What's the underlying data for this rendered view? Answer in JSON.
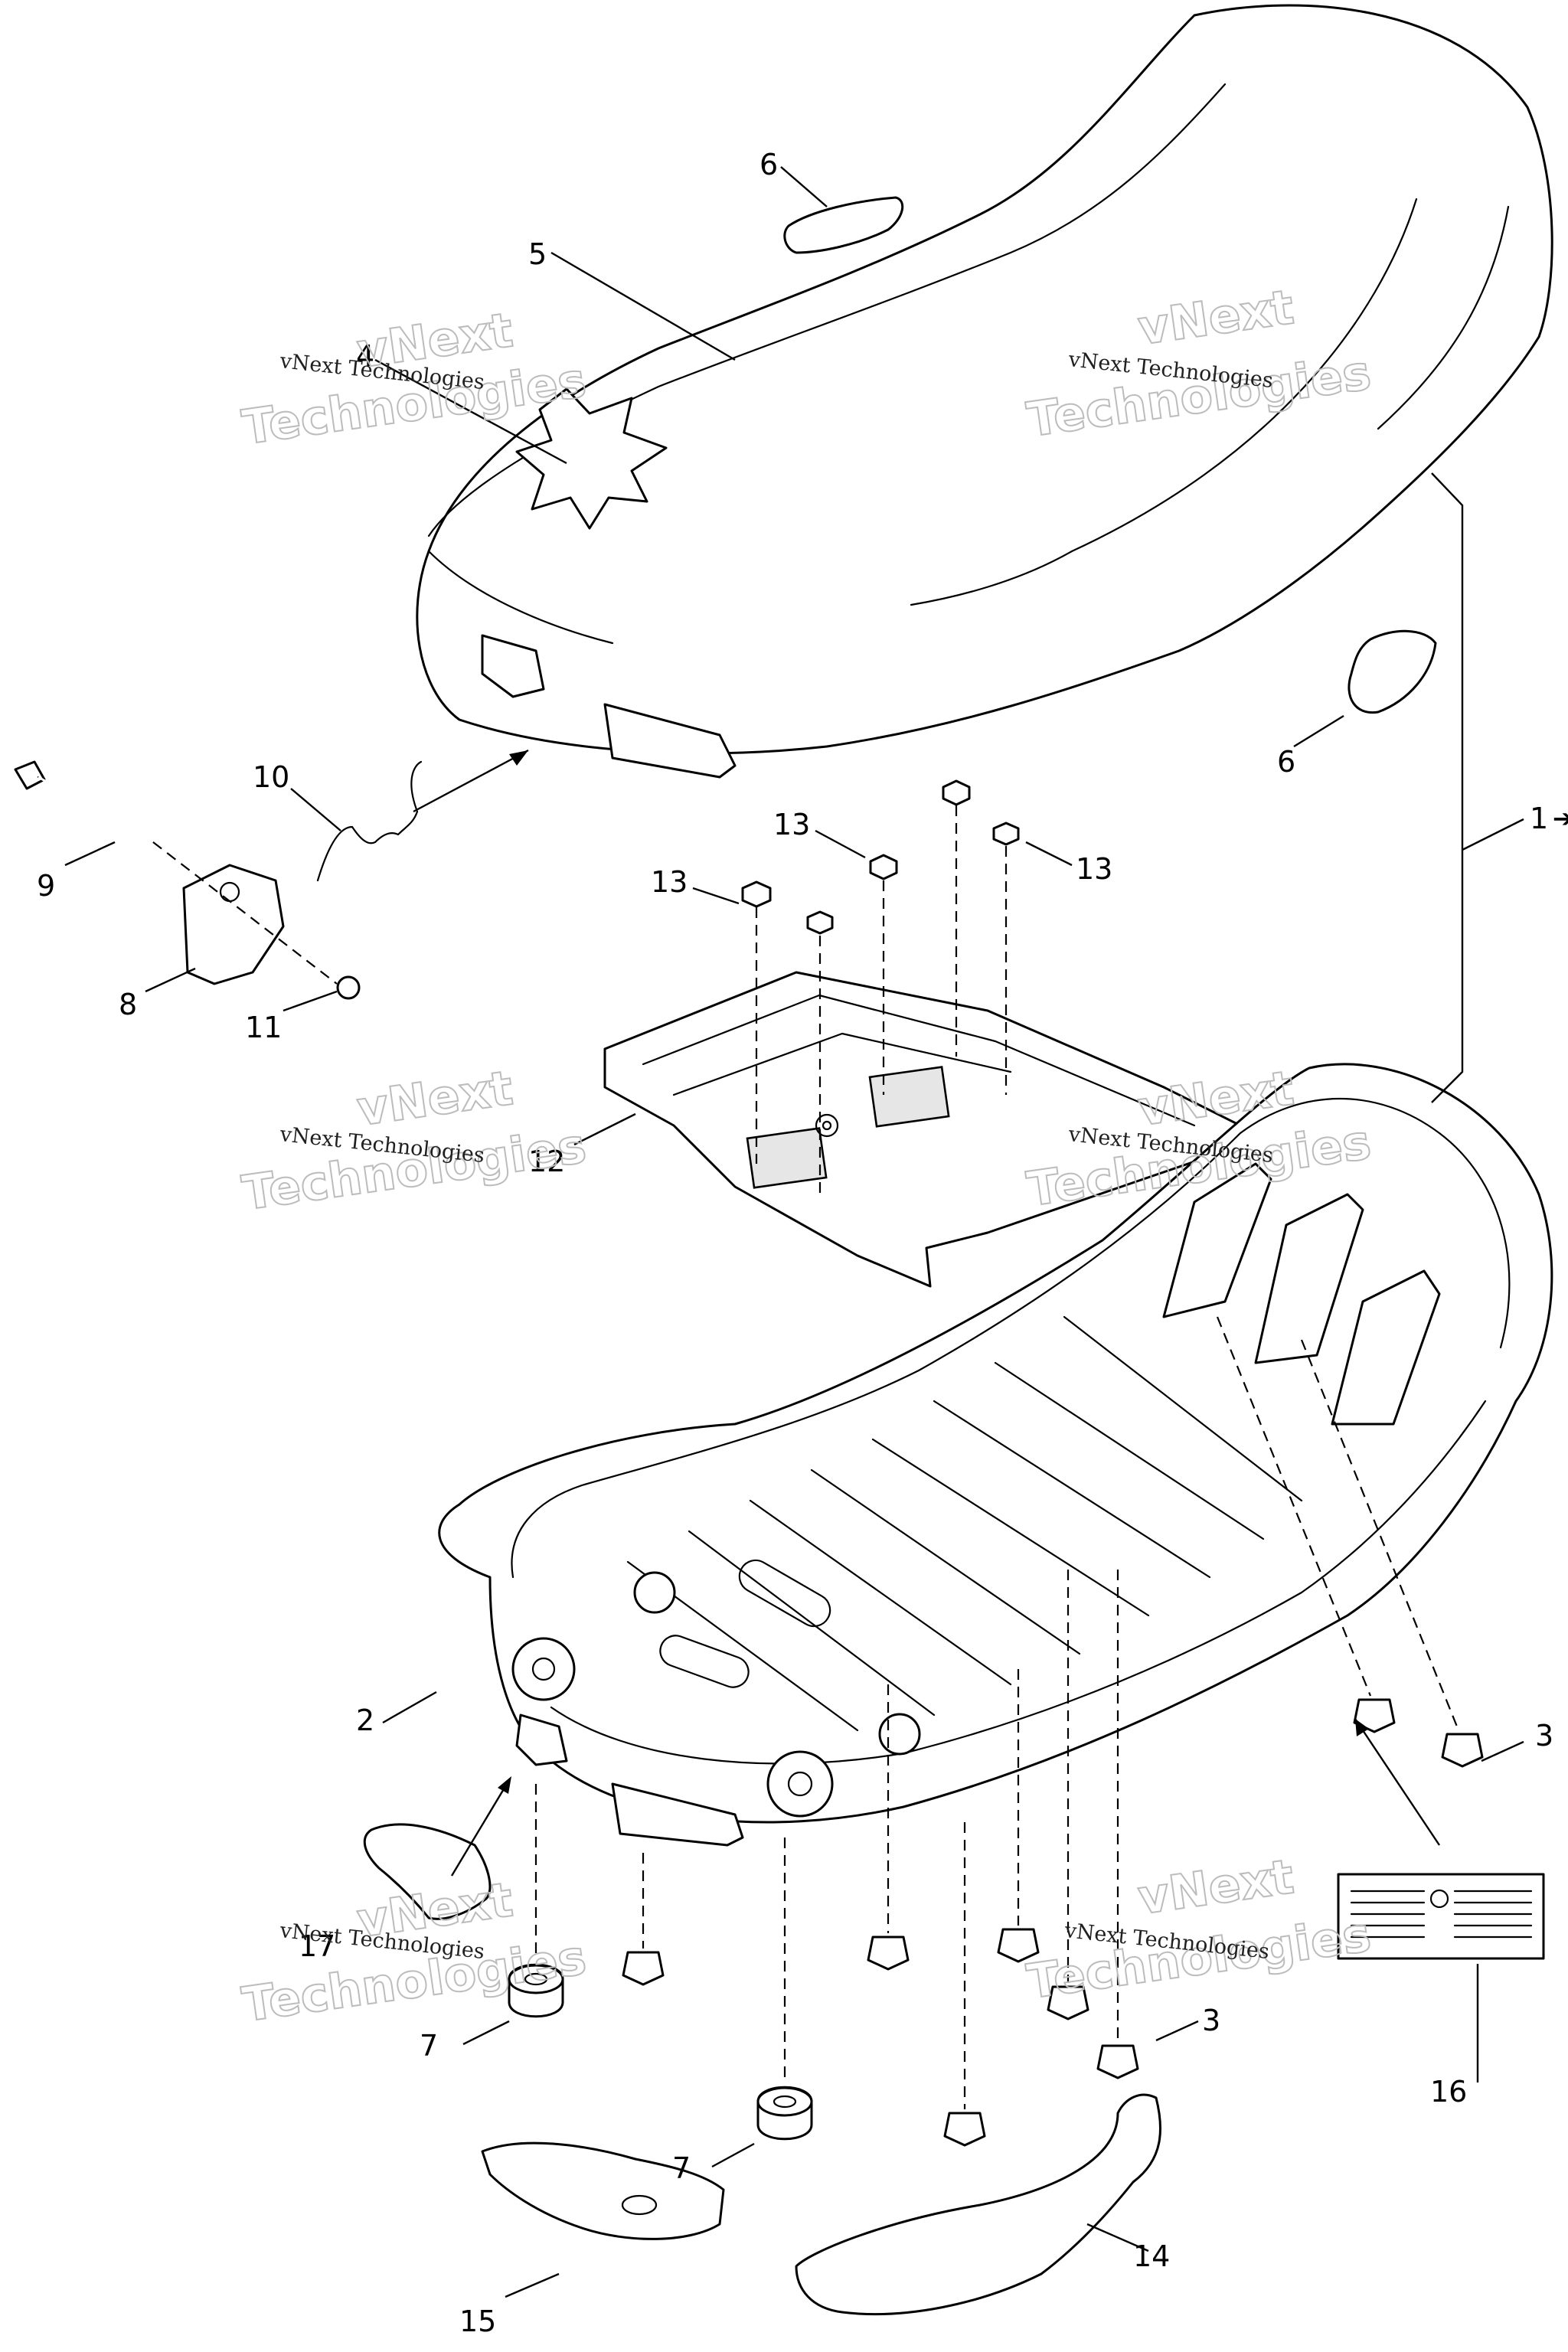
{
  "watermark": {
    "line1": "vNext",
    "line2": "Technologies",
    "caption": "vNext Technologies"
  },
  "callouts": {
    "c1": "1",
    "c2": "2",
    "c3a": "3",
    "c3b": "3",
    "c4": "4",
    "c5": "5",
    "c6a": "6",
    "c6b": "6",
    "c7a": "7",
    "c7b": "7",
    "c8": "8",
    "c9": "9",
    "c10": "10",
    "c11": "11",
    "c12": "12",
    "c13a": "13",
    "c13b": "13",
    "c13c": "13",
    "c14": "14",
    "c15": "15",
    "c16": "16",
    "c17": "17"
  }
}
